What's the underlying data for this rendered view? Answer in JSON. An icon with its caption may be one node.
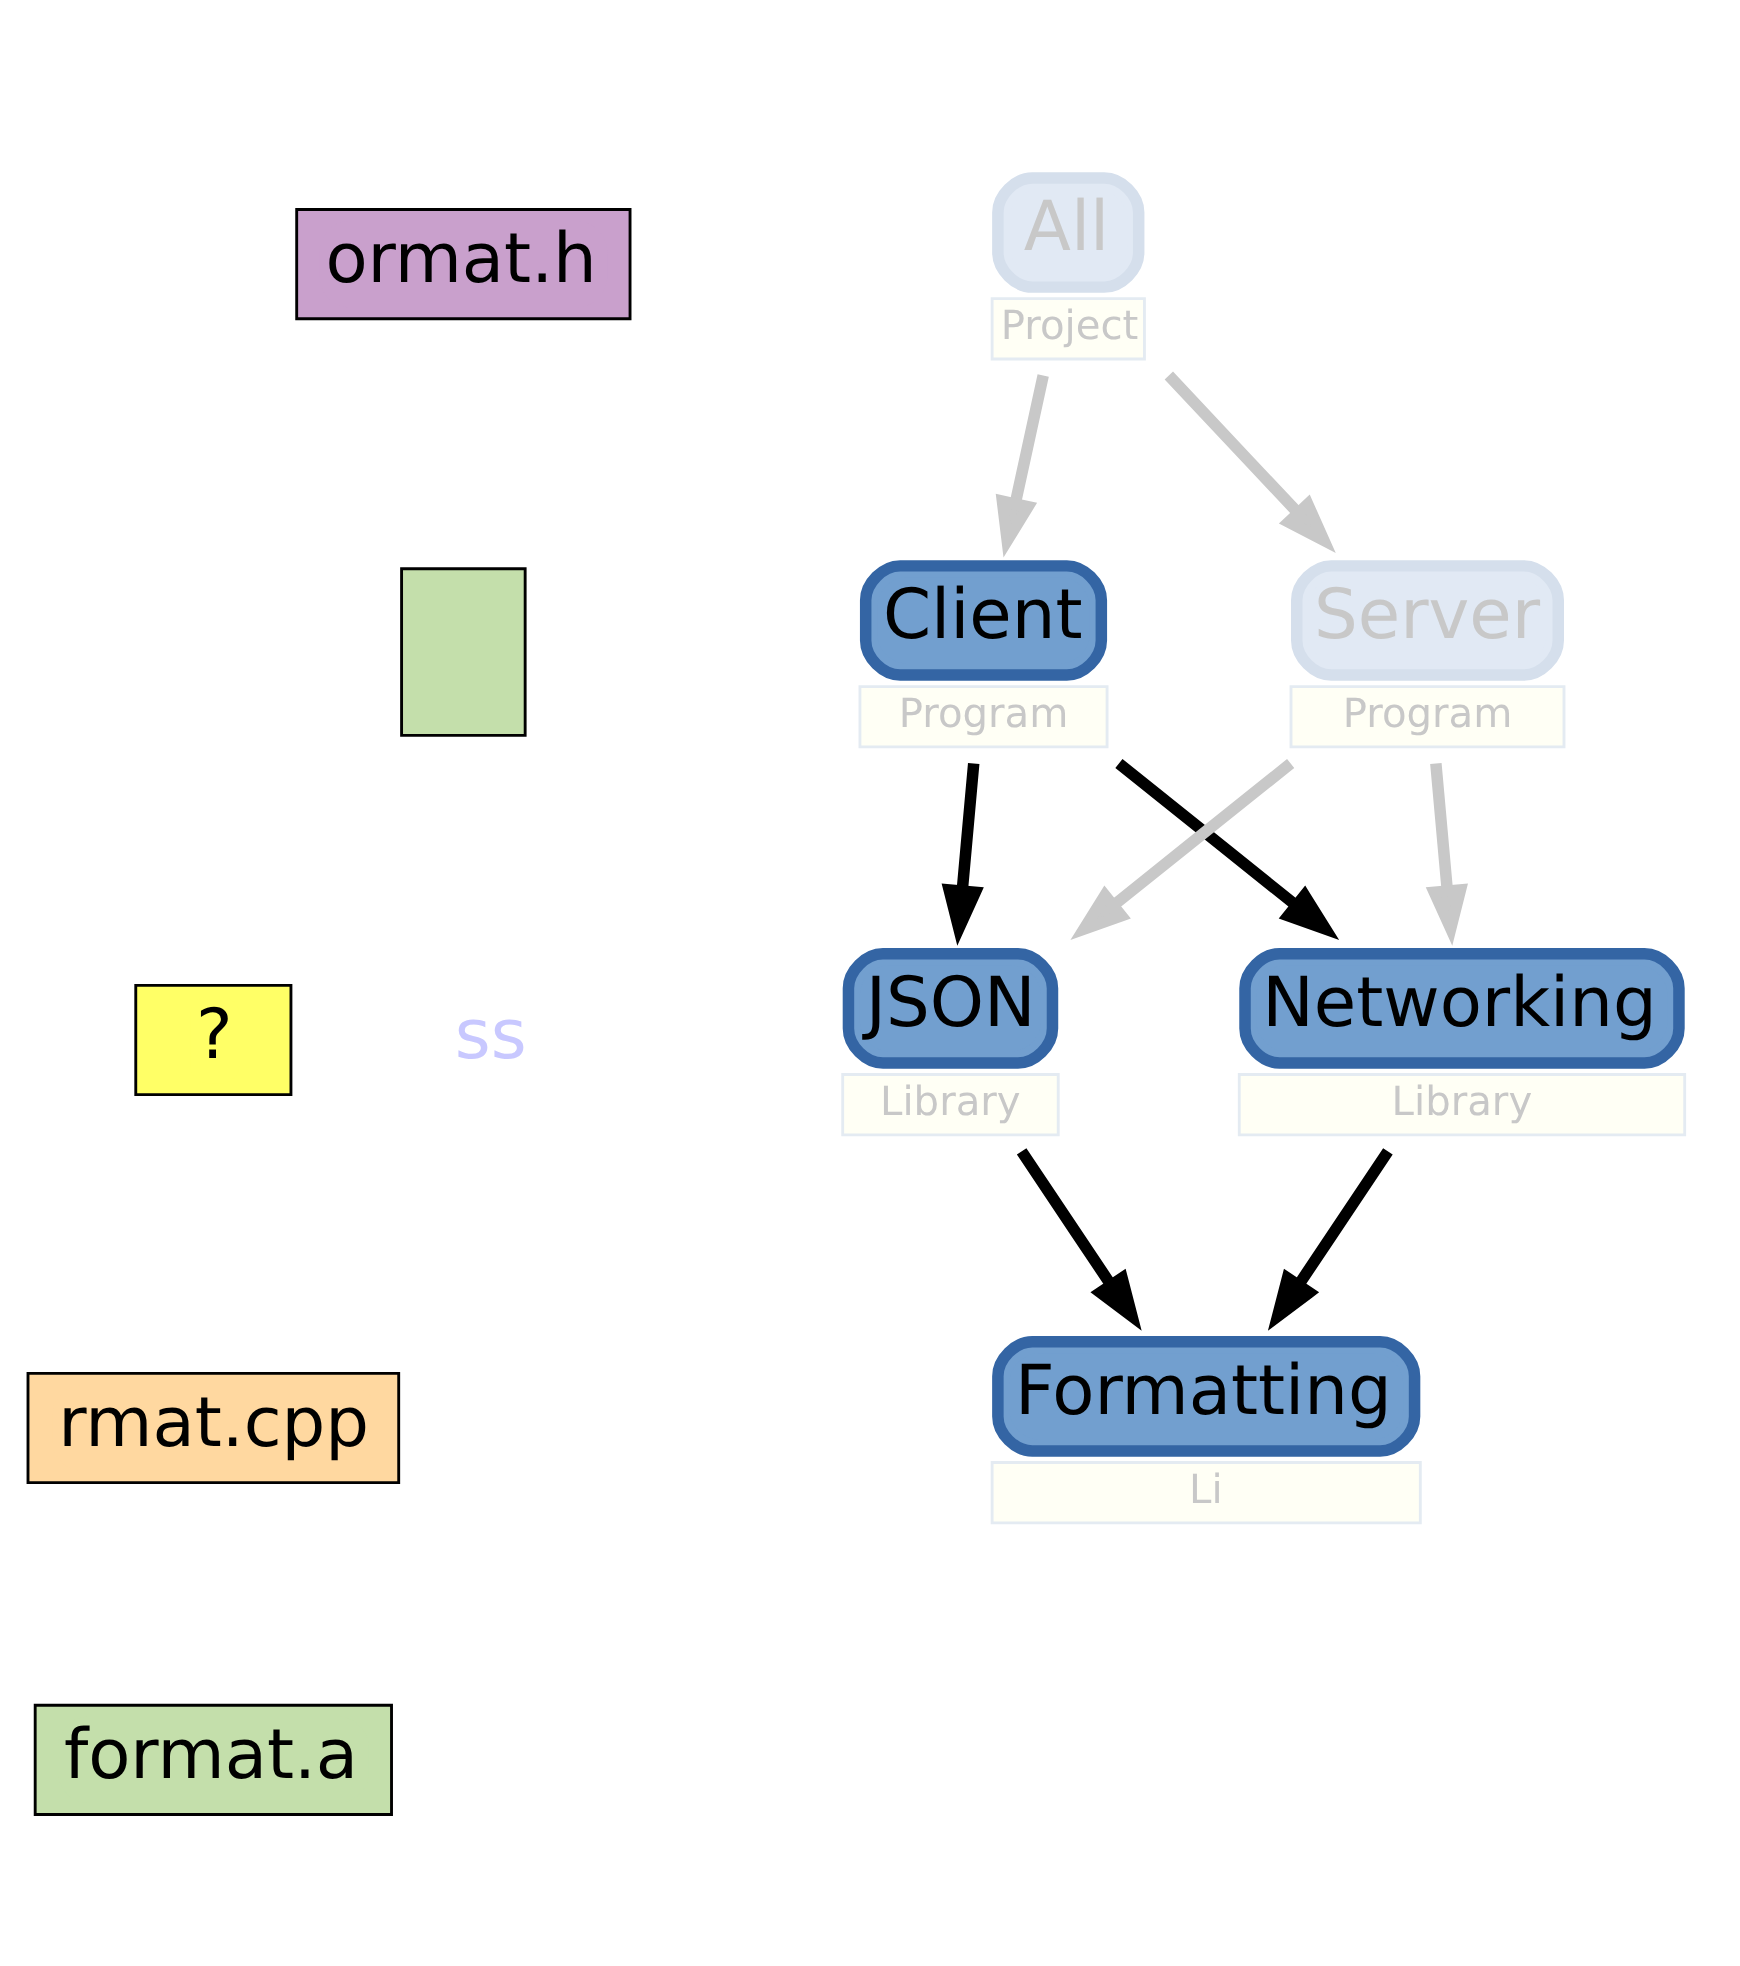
{
  "diagram": {
    "nodes": [
      {
        "text": [
          "All"
        ],
        "beside": [
          "Project"
        ]
      },
      {
        "text": [
          "Client"
        ],
        "beside": [
          "Program"
        ]
      },
      {
        "text": [
          "Server"
        ],
        "beside": [
          "Program"
        ]
      },
      {
        "text": [
          "JSON"
        ],
        "beside": [
          "Library"
        ]
      },
      {
        "text": [
          "Networking"
        ],
        "beside": [
          "Library"
        ]
      },
      {
        "text": [
          "Formatting"
        ],
        "beside": [
          "Li"
        ]
      },
      {
        "text": [
          "ormat.h"
        ]
      },
      {
        "text": [],
        "shape": "box"
      },
      {
        "text": [
          "?"
        ]
      },
      {
        "text": [
          "rmat.cpp"
        ]
      },
      {
        "text": [
          "format.a"
        ]
      }
    ],
    "edges": [
      {
        "from": 0,
        "to": 1,
        "arrow": "to",
        "color": "#c8c8c8"
      },
      {
        "from": 0,
        "to": 2,
        "arrow": "to",
        "color": "#c8c8c8"
      },
      {
        "from": 1,
        "to": 3,
        "arrow": "to",
        "color": "#000000"
      },
      {
        "from": 1,
        "to": 4,
        "arrow": "to",
        "color": "#000000"
      },
      {
        "from": 2,
        "to": 3,
        "arrow": "to",
        "color": "#c8c8c8"
      },
      {
        "from": 2,
        "to": 4,
        "arrow": "to",
        "color": "#c8c8c8"
      },
      {
        "from": 3,
        "to": 5,
        "arrow": "to",
        "color": "#000000"
      },
      {
        "from": 4,
        "to": 5,
        "arrow": "to",
        "color": "#000000"
      }
    ],
    "labels": [
      "ss"
    ]
  }
}
